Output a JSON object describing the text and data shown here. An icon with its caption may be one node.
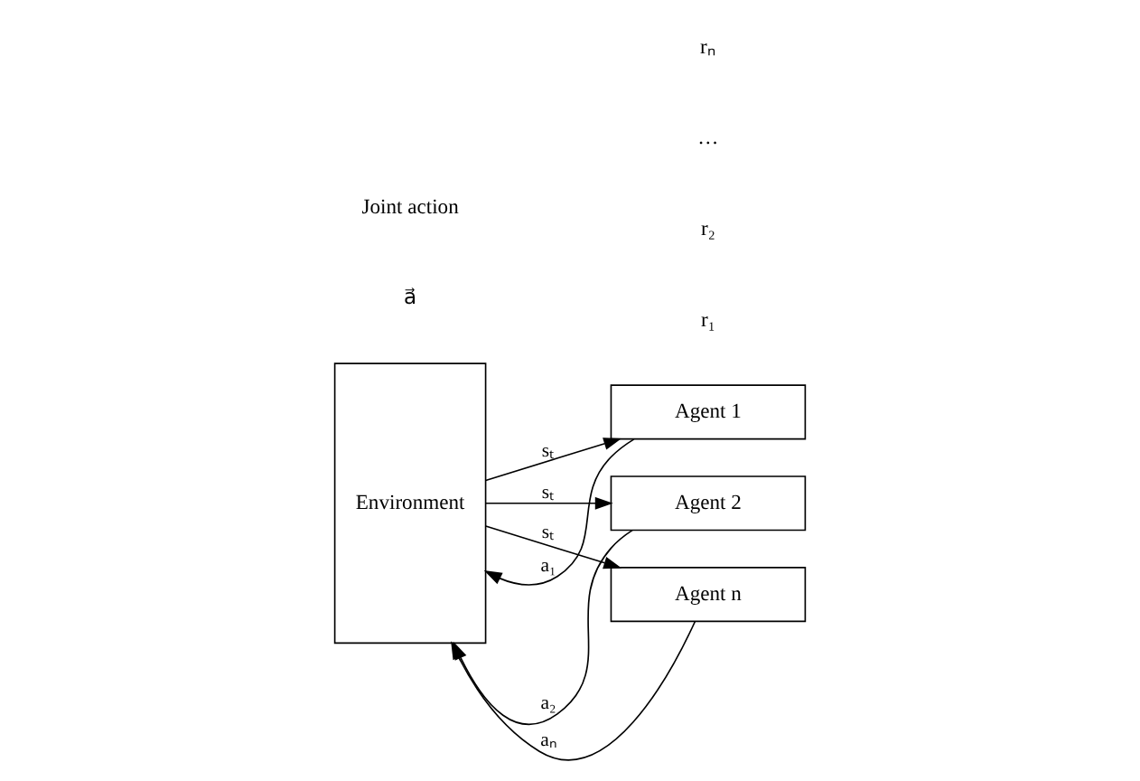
{
  "diagram": {
    "nodes": [
      {
        "text": [
          "Environment"
        ]
      },
      {
        "text": [
          "Agent 1"
        ]
      },
      {
        "text": [
          "Agent 2"
        ]
      },
      {
        "text": [
          "Agent n"
        ]
      }
    ],
    "edges": [
      {
        "from": 0,
        "to": 1,
        "arrow": "to",
        "label": "sₜ"
      },
      {
        "from": 0,
        "to": 2,
        "arrow": "to",
        "label": "sₜ"
      },
      {
        "from": 0,
        "to": 3,
        "arrow": "to",
        "label": "sₜ"
      },
      {
        "from": 1,
        "to": 0,
        "arrow": "to",
        "label": "a₁"
      },
      {
        "from": 2,
        "to": 0,
        "arrow": "to",
        "label": "a₂"
      },
      {
        "from": 3,
        "to": 0,
        "arrow": "to",
        "label": "aₙ"
      }
    ],
    "labels": [
      "r₁",
      "r₂",
      "…",
      "rₙ",
      "a⃗",
      "Joint action"
    ]
  }
}
